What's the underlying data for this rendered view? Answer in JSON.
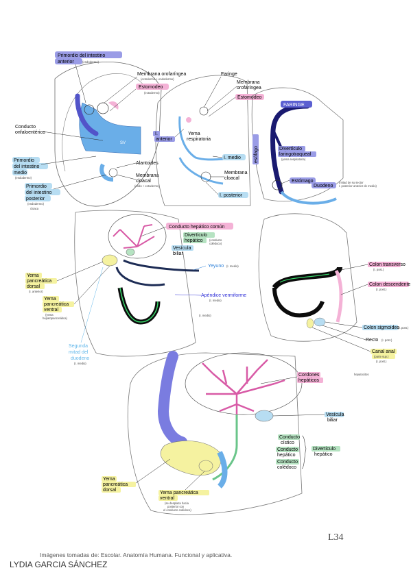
{
  "panel1": {
    "primordio_anterior_1": "Primordio del intestino",
    "primordio_anterior_2": "anterior",
    "primordio_anterior_3": "(endodermo)",
    "membrana_orofaringea_1": "Membrana orofaríngea",
    "membrana_orofaringea_2": "(ectodermo + endodermo)",
    "estomodeo": "Estomodeo",
    "estomodeo_sub": "(ectodermo)",
    "conducto_1": "Conducto",
    "conducto_2": "onfaloentérico",
    "primordio_medio_1": "Primordio",
    "primordio_medio_2": "del intestino",
    "primordio_medio_3": "medio",
    "primordio_medio_4": "(endodermo)",
    "primordio_post_1": "Primordio",
    "primordio_post_2": "del intestino",
    "primordio_post_3": "posterior",
    "primordio_post_4": "(endodermo)",
    "primordio_post_5": "cloaca",
    "alantoides": "Alantoides",
    "membrana_cloacal_1": "Membrana",
    "membrana_cloacal_2": "cloacal",
    "membrana_cloacal_3": "(endo + ectodermo)",
    "sv_label": "SV"
  },
  "panel2": {
    "faringe": "Faringe",
    "membrana_oro_1": "Membrana",
    "membrana_oro_2": "orofaríngea",
    "estomodeo": "Estomodeo",
    "i_anterior_1": "I.",
    "i_anterior_2": "anterior",
    "yema_1": "Yema",
    "yema_2": "respiratoria",
    "i_medio": "I. medio",
    "mem_cloacal_1": "Membrana",
    "mem_cloacal_2": "cloacal",
    "i_posterior": "I. posterior"
  },
  "panel3": {
    "faringe": "FARINGE",
    "esofago": "esófago",
    "diverticulo_1": "Divertículo",
    "diverticulo_2": "laringotraqueal",
    "diverticulo_3": "(yema respiratoria)",
    "estomago": "Estómago",
    "duodeno": "Duodeno",
    "duodeno_note_1": "(mitad de su sector",
    "duodeno_note_2": "I. posterior anterior de medio)"
  },
  "panel4": {
    "conducto_hepatico_comun": "Conducto hepático común",
    "diverticulo_1": "Divertículo",
    "diverticulo_2": "hepático",
    "diverticulo_3": "(conducto",
    "diverticulo_4": "colédoco)",
    "vesicula_1": "Vesícula",
    "vesicula_2": "biliar",
    "yeyuno": "Yeyuno",
    "yeyuno_sub": "(I. medio)",
    "yema_dorsal_1": "Yema",
    "yema_dorsal_2": "pancreática",
    "yema_dorsal_3": "dorsal",
    "yema_dorsal_4": "(I. anterior)",
    "yema_ventral_1": "Yema",
    "yema_ventral_2": "pancreática",
    "yema_ventral_3": "ventral",
    "yema_ventral_4": "(yema",
    "yema_ventral_5": "hepatopancreática)",
    "apendice_1": "Apéndice vermiforme",
    "apendice_2": "(I. medio)",
    "i_medio_small": "(I. medio)",
    "segunda_1": "Segunda",
    "segunda_2": "mitad del",
    "segunda_3": "duodeno",
    "segunda_4": "(I. medio)"
  },
  "panel5": {
    "colon_transverso_1": "Colon transverso",
    "colon_transverso_2": "(I. post.)",
    "colon_descendente_1": "Colon descendente",
    "colon_descendente_2": "(I. post.)",
    "colon_sigmoideo_1": "Colon sigmoideo",
    "colon_sigmoideo_2": "(I. post.)",
    "recto": "Recto",
    "recto_sub": "(I. post.)",
    "canal_anal_1": "Canal anal",
    "canal_anal_2": "(parte sup.)",
    "canal_anal_3": "(I. post.)"
  },
  "panel6": {
    "cordones_1": "Cordones",
    "cordones_2": "hepáticos",
    "cordones_note": "hepatocitos",
    "vesicula_1": "Vesícula",
    "vesicula_2": "biliar",
    "conducto_cistico_1": "Conducto",
    "conducto_cistico_2": "cístico",
    "conducto_hepatico_1": "Conducto",
    "conducto_hepatico_2": "hepático",
    "conducto_coledoco_1": "Conducto",
    "conducto_coledoco_2": "colédoco",
    "diverticulo_1": "Divertículo",
    "diverticulo_2": "hepático",
    "yema_dorsal_1": "Yema",
    "yema_dorsal_2": "pancreática",
    "yema_dorsal_3": "dorsal",
    "yema_ventral_1": "Yema pancreática",
    "yema_ventral_2": "ventral",
    "yema_ventral_3": "(se desplaza hacia",
    "yema_ventral_4": "posterior con",
    "yema_ventral_5": "el conducto colédoco)"
  },
  "footer": {
    "page_number": "L34",
    "source": "Imágenes tomadas de: Escolar. Anatomía Humana. Funcional y aplicativa.",
    "author": "LYDIA GARCIA SÁNCHEZ"
  },
  "colors": {
    "purple": "#9a9ce6",
    "pink": "#f4b2d6",
    "blue": "#b7ddf2",
    "yellow": "#f5f2a0",
    "green": "#b6e3c2",
    "gut_blue": "#a9d3f5",
    "dark_purple": "#5b5fd1"
  }
}
